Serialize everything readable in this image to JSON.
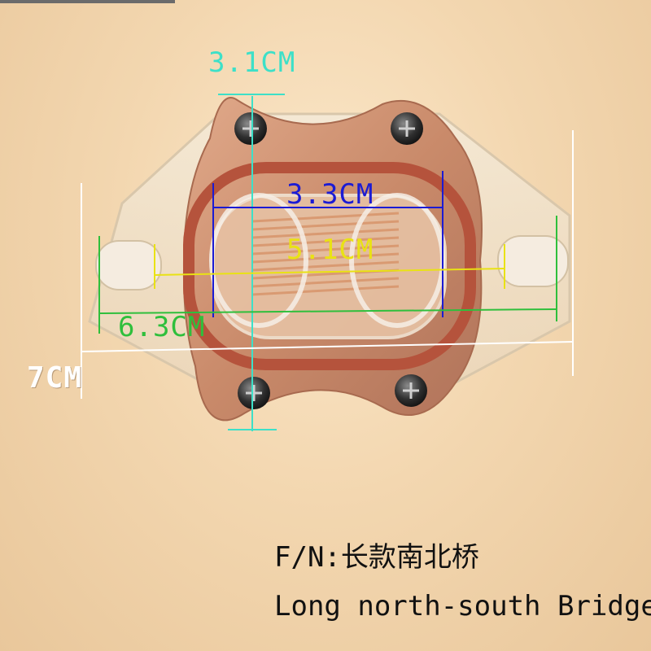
{
  "image": {
    "description_free": true
  },
  "dimensions": {
    "top_label": "3.1CM",
    "inner_label": "3.3CM",
    "middle_label": "5.1CM",
    "outer_label": "6.3CM",
    "height_label": "7CM"
  },
  "caption": {
    "line1": "F/N:长款南北桥",
    "line2": "Long north-south Bridge"
  },
  "colors": {
    "cyan": "#3de0c8",
    "blue": "#1b1bd4",
    "yellow": "#e9e214",
    "green": "#2fbf3c",
    "white": "#ffffff",
    "copper": "#c98a6a",
    "gasket": "#b5533c"
  }
}
